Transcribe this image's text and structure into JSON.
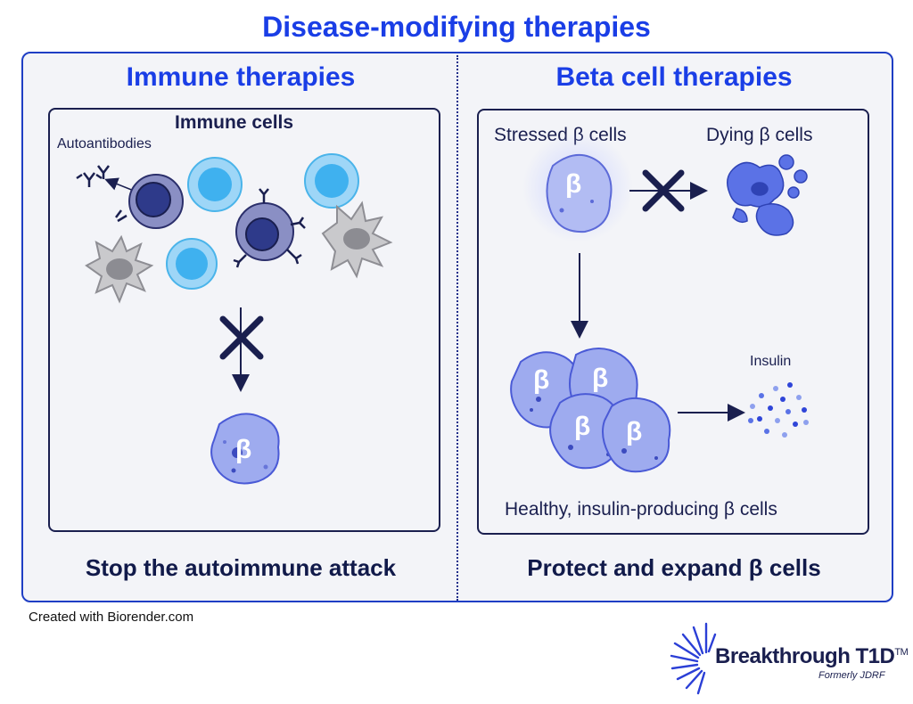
{
  "title": "Disease-modifying therapies",
  "left": {
    "heading": "Immune therapies",
    "box_title": "Immune cells",
    "autoantibodies_label": "Autoantibodies",
    "beta_symbol": "β",
    "caption": "Stop the autoimmune attack"
  },
  "right": {
    "heading": "Beta cell therapies",
    "stressed_label": "Stressed β cells",
    "dying_label": "Dying β cells",
    "insulin_label": "Insulin",
    "healthy_label": "Healthy, insulin-producing β cells",
    "beta_symbol": "β",
    "caption": "Protect and expand β cells"
  },
  "footer": {
    "credit": "Created with Biorender.com",
    "logo_name": "Breakthrough T1D",
    "logo_tm": "TM",
    "logo_sub": "Formerly JDRF"
  },
  "colors": {
    "title_blue": "#1a3ee6",
    "navy": "#1a1f4f",
    "cell_blue": "#9aa8f0",
    "cyan_cell": "#5cc4f2"
  }
}
